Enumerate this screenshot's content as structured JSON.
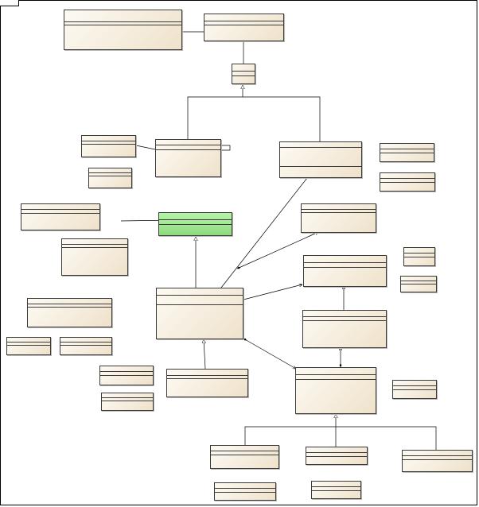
{
  "diagram": {
    "colors": {
      "class_fill_light": "#fdfaf3",
      "class_fill_dark": "#efe2cb",
      "highlight_fill": "#a8ec98",
      "border": "#3a3a3a",
      "association_label": "#8a1a1a"
    },
    "classes": [
      {
        "id": "c01",
        "name": "",
        "compartments": 2
      },
      {
        "id": "c02",
        "name": "",
        "compartments": 2
      },
      {
        "id": "c03",
        "name": "",
        "compartments": 2
      },
      {
        "id": "c04",
        "name": "",
        "compartments": 2
      },
      {
        "id": "c05",
        "name": "",
        "compartments": 2
      },
      {
        "id": "c06",
        "name": "",
        "compartments": 2
      },
      {
        "id": "c07",
        "name": "",
        "compartments": 2
      },
      {
        "id": "c08",
        "name": "",
        "compartments": 2
      },
      {
        "id": "c09",
        "name": "",
        "compartments": 2
      },
      {
        "id": "c10",
        "name": "",
        "compartments": 2
      },
      {
        "id": "c11",
        "name": "",
        "compartments": 2
      },
      {
        "id": "c12",
        "name": "",
        "compartments": 2,
        "highlighted": true
      },
      {
        "id": "c13",
        "name": "",
        "compartments": 2
      },
      {
        "id": "c14",
        "name": "",
        "compartments": 2
      },
      {
        "id": "c15",
        "name": "",
        "compartments": 2
      },
      {
        "id": "c16",
        "name": "",
        "compartments": 2
      },
      {
        "id": "c17",
        "name": "",
        "compartments": 2
      },
      {
        "id": "c18",
        "name": "",
        "compartments": 2
      },
      {
        "id": "c19",
        "name": "",
        "compartments": 2
      },
      {
        "id": "c20",
        "name": "",
        "compartments": 2
      },
      {
        "id": "c21",
        "name": "",
        "compartments": 2
      },
      {
        "id": "c22",
        "name": "",
        "compartments": 2
      },
      {
        "id": "c23",
        "name": "",
        "compartments": 2
      },
      {
        "id": "c24",
        "name": "",
        "compartments": 2
      },
      {
        "id": "c25",
        "name": "",
        "compartments": 2
      },
      {
        "id": "c26",
        "name": "",
        "compartments": 2
      },
      {
        "id": "c27",
        "name": "",
        "compartments": 2
      },
      {
        "id": "c28",
        "name": "",
        "compartments": 2
      },
      {
        "id": "c29",
        "name": "",
        "compartments": 2
      },
      {
        "id": "c30",
        "name": "",
        "compartments": 2
      },
      {
        "id": "c31",
        "name": "",
        "compartments": 2
      },
      {
        "id": "c32",
        "name": "",
        "compartments": 2
      },
      {
        "id": "c33",
        "name": "",
        "compartments": 2
      }
    ],
    "relationships": [
      {
        "from": "c05",
        "to": "c04",
        "kind": "generalization"
      },
      {
        "from": "c07",
        "to": "c04",
        "kind": "generalization"
      },
      {
        "from": "c20",
        "to": "c12",
        "kind": "generalization"
      },
      {
        "from": "c24",
        "to": "c20",
        "kind": "generalization"
      },
      {
        "from": "c28",
        "to": "c26",
        "kind": "generalization"
      },
      {
        "from": "c29",
        "to": "c26",
        "kind": "generalization"
      },
      {
        "from": "c30",
        "to": "c26",
        "kind": "generalization"
      },
      {
        "from": "c20",
        "to": "c07",
        "kind": "association"
      },
      {
        "from": "c20",
        "to": "c13",
        "kind": "association"
      },
      {
        "from": "c20",
        "to": "c16",
        "kind": "association"
      },
      {
        "from": "c20",
        "to": "c26",
        "kind": "composition"
      },
      {
        "from": "c16",
        "to": "c22",
        "kind": "navigable"
      },
      {
        "from": "c26",
        "to": "c22",
        "kind": "aggregation"
      }
    ]
  }
}
